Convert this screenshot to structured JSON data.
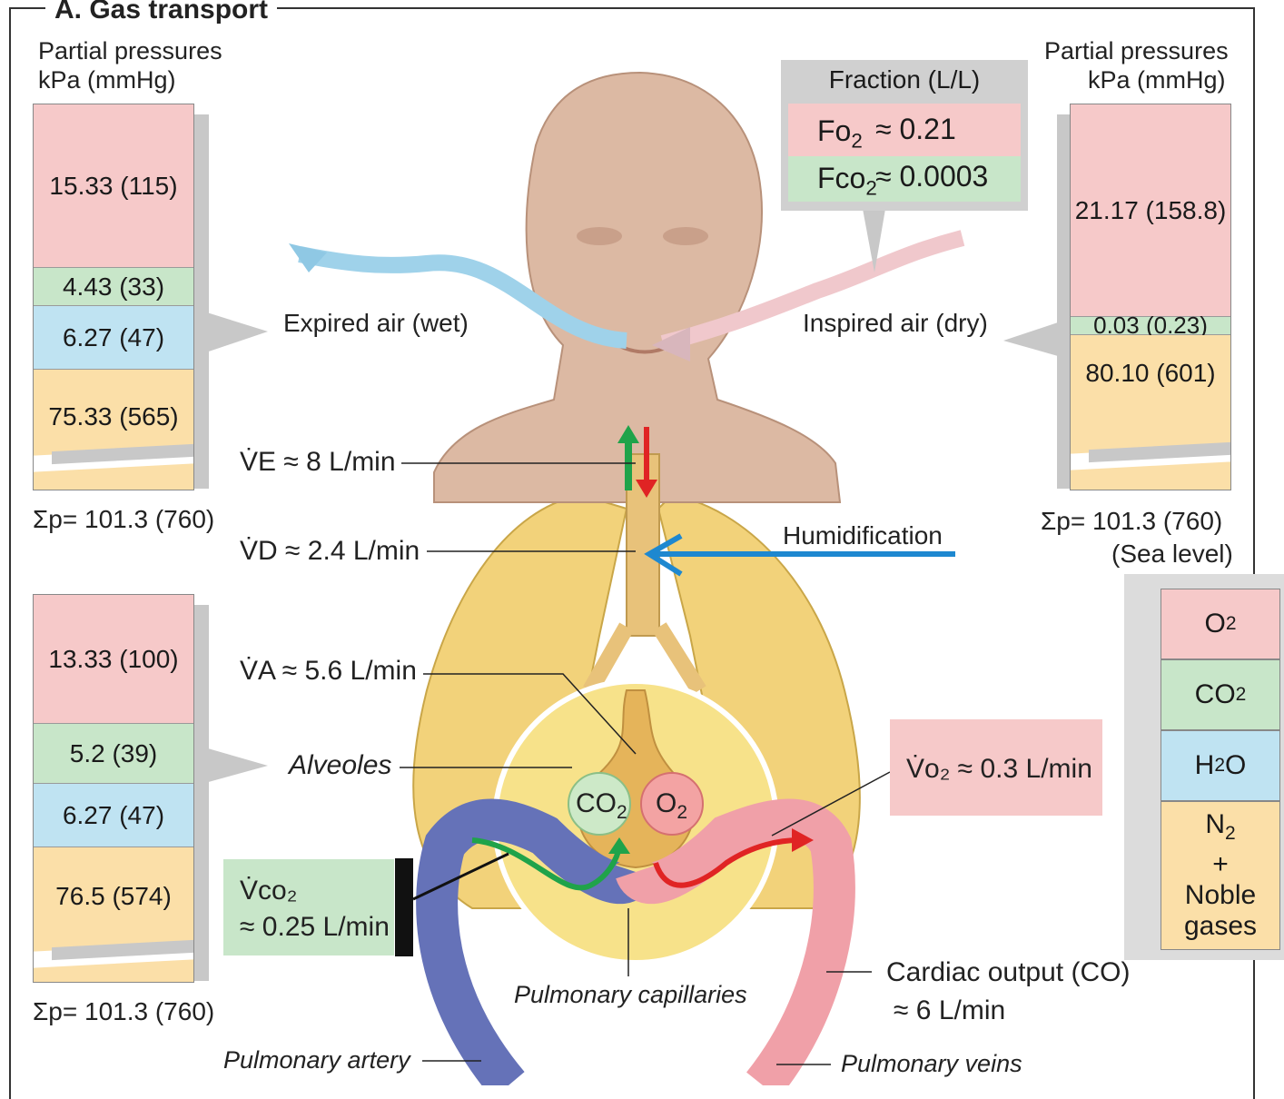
{
  "title": "A. Gas transport",
  "colors": {
    "o2": "#f6c9c9",
    "co2": "#c8e6c9",
    "h2o": "#bfe3f2",
    "n2": "#fbdfa8"
  },
  "left_top": {
    "label_line1": "Partial pressures",
    "label_line2": "kPa (mmHg)",
    "values": [
      "15.33 (115)",
      "4.43 (33)",
      "6.27 (47)",
      "75.33 (565)"
    ],
    "sum": "Σp= 101.3 (760)"
  },
  "right_top": {
    "label_line1": "Partial pressures",
    "label_line2": "kPa (mmHg)",
    "values": [
      "21.17 (158.8)",
      "0.03 (0.23)",
      "80.10 (601)"
    ],
    "sum": "Σp= 101.3 (760)",
    "note": "(Sea level)"
  },
  "left_bottom": {
    "values": [
      "13.33 (100)",
      "5.2 (39)",
      "6.27 (47)",
      "76.5 (574)"
    ],
    "sum": "Σp= 101.3 (760)"
  },
  "fraction": {
    "header": "Fraction (L/L)",
    "fo2_label": "Fo",
    "fo2_value": "≈ 0.21",
    "fco2_label": "Fco",
    "fco2_value": "≈ 0.0003"
  },
  "labels": {
    "expired": "Expired air (wet)",
    "inspired": "Inspired air (dry)",
    "ve": "V̇E ≈ 8 L/min",
    "vd": "V̇D ≈ 2.4 L/min",
    "va": "V̇A ≈ 5.6 L/min",
    "humidification": "Humidification",
    "alveoles": "Alveoles",
    "vo2": "V̇o₂ ≈ 0.3 L/min",
    "vco2_line1": "V̇co₂",
    "vco2_line2": "≈ 0.25 L/min",
    "capillaries": "Pulmonary capillaries",
    "cardiac_line1": "Cardiac output (CO)",
    "cardiac_line2": "≈ 6 L/min",
    "artery": "Pulmonary artery",
    "veins": "Pulmonary veins",
    "bubble_co2": "CO",
    "bubble_o2": "O"
  },
  "legend": {
    "o2": "O",
    "co2": "CO",
    "h2o": "H",
    "n2_line1": "N",
    "n2_line2": "+",
    "n2_line3": "Noble",
    "n2_line4": "gases"
  },
  "icons": [
    "head-illustration",
    "lungs-illustration",
    "alveolus-illustration",
    "blood-vessel-illustration"
  ]
}
